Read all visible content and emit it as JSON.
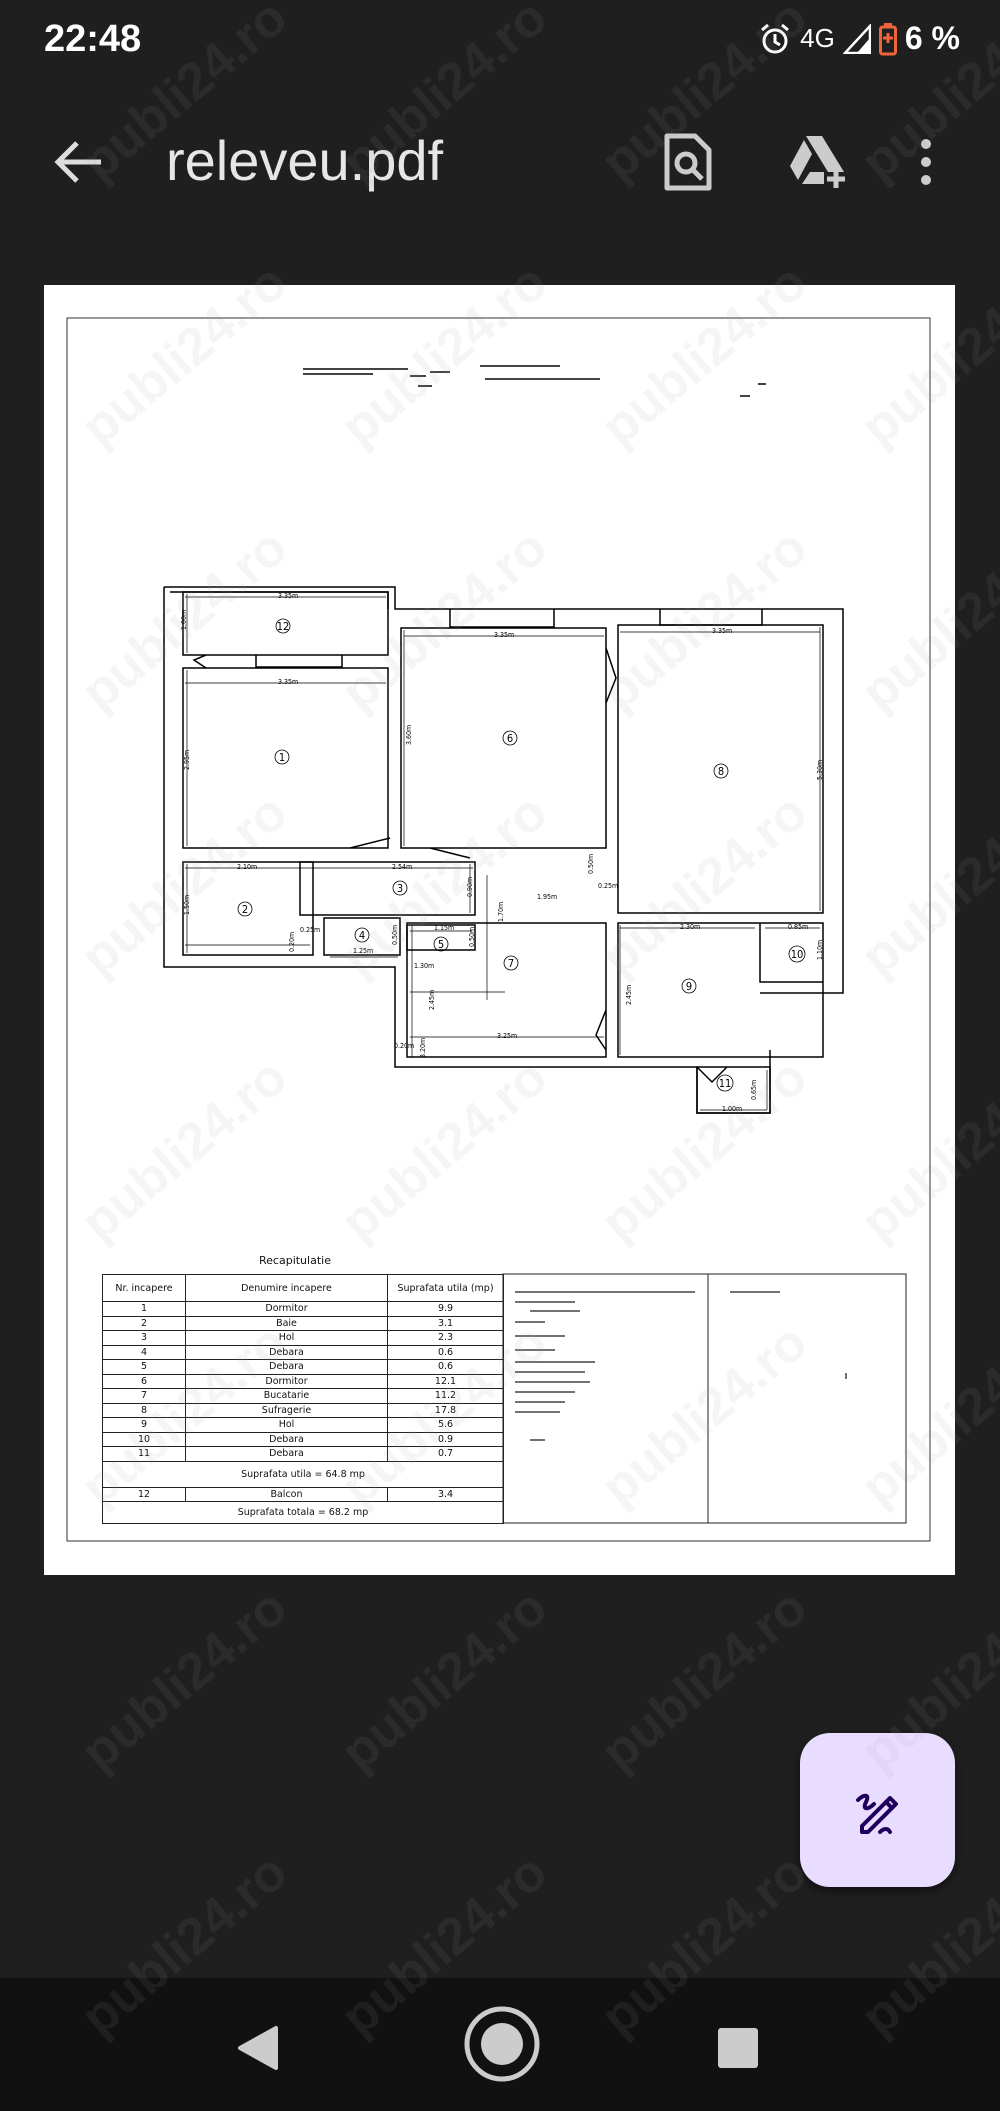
{
  "status_bar": {
    "time": "22:48",
    "network": "4G",
    "battery": "6 %",
    "battery_color": "#f0643c",
    "icons": [
      "alarm-icon",
      "signal-icon",
      "battery-low-icon"
    ]
  },
  "toolbar": {
    "title": "releveu.pdf",
    "icons": [
      "back-arrow-icon",
      "find-in-page-icon",
      "drive-add-icon",
      "more-vert-icon"
    ]
  },
  "watermark": "publi24.ro",
  "plan": {
    "rooms": [
      "12",
      "1",
      "6",
      "2",
      "3",
      "4",
      "5",
      "8",
      "7",
      "9",
      "10",
      "11"
    ],
    "dims": [
      "3.35m",
      "1.00m",
      "3.35m",
      "2.95m",
      "3.35m",
      "3.60m",
      "3.35m",
      "5.30m",
      "2.10m",
      "1.50m",
      "2.54m",
      "0.90m",
      "1.70m",
      "1.95m",
      "0.50m",
      "0.25m",
      "1.15m",
      "0.50m",
      "1.25m",
      "0.50m",
      "0.20m",
      "0.25m",
      "1.30m",
      "2.45m",
      "3.25m",
      "0.20m",
      "3.20m",
      "2.30m",
      "0.85m",
      "1.10m",
      "2.45m",
      "1.00m",
      "0.65m"
    ]
  },
  "recap": {
    "title": "Recapitulatie",
    "headers": [
      "Nr. incapere",
      "Denumire incapere",
      "Suprafata utila (mp)"
    ],
    "rows": [
      [
        "1",
        "Dormitor",
        "9.9"
      ],
      [
        "2",
        "Baie",
        "3.1"
      ],
      [
        "3",
        "Hol",
        "2.3"
      ],
      [
        "4",
        "Debara",
        "0.6"
      ],
      [
        "5",
        "Debara",
        "0.6"
      ],
      [
        "6",
        "Dormitor",
        "12.1"
      ],
      [
        "7",
        "Bucatarie",
        "11.2"
      ],
      [
        "8",
        "Sufragerie",
        "17.8"
      ],
      [
        "9",
        "Hol",
        "5.6"
      ],
      [
        "10",
        "Debara",
        "0.9"
      ],
      [
        "11",
        "Debara",
        "0.7"
      ]
    ],
    "subtotal": "Suprafata utila = 64.8 mp",
    "balcony": [
      "12",
      "Balcon",
      "3.4"
    ],
    "total": "Suprafata totala = 68.2 mp"
  },
  "fab": {
    "icon": "edit-pen-icon",
    "bg": "#e9ddff",
    "fg": "#21005d"
  },
  "navbar": {
    "icons": [
      "nav-back-icon",
      "nav-home-icon",
      "nav-recents-icon"
    ]
  }
}
